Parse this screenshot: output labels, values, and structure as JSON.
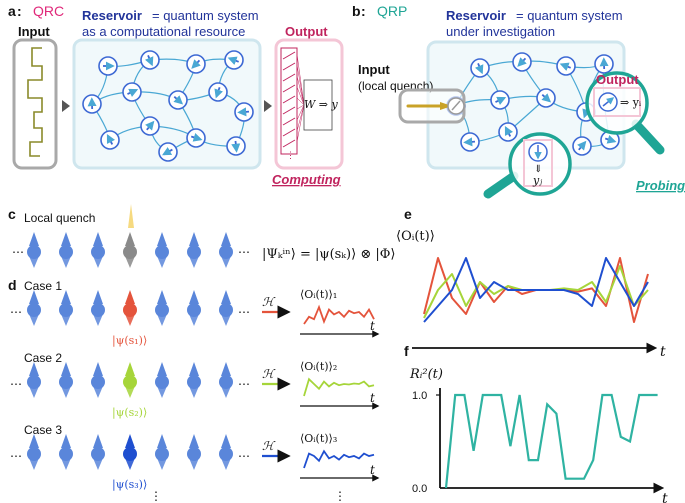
{
  "colors": {
    "qrc": "#e0287a",
    "qrp": "#1fa595",
    "reservoir_title": "#22349a",
    "reservoir_box": "#cfe6ee",
    "output_box": "#f4c6d6",
    "node_blue": "#3d69d4",
    "link_blue": "#4aa8d4",
    "spin_blue": "#5a86da",
    "spin_gray": "#8a8a8a",
    "red": "#e4543c",
    "green": "#a6d53a",
    "dark_blue": "#1f4fd0",
    "teal": "#2fb3a2",
    "olive": "#8a8a2a"
  },
  "panel_a": {
    "letter": "a",
    "sep": " : ",
    "name": "QRC",
    "input_label": "Input",
    "reservoir_bold": "Reservoir",
    "reservoir_rest": " = quantum system",
    "reservoir_line2": "as a computational resource",
    "output_label": "Output",
    "weight_label": "W ⇒ y",
    "dots": "⋮",
    "computing_label": "Computing"
  },
  "panel_b": {
    "letter": "b",
    "sep": " : ",
    "name": "QRP",
    "reservoir_bold": "Reservoir",
    "reservoir_rest": " = quantum system",
    "reservoir_line2": "under investigation",
    "input_label": "Input",
    "input_sub": "(local quench)",
    "output_label": "Output",
    "yi_label": "⇒ yᵢ",
    "yj_arrow": "⇓",
    "yj_label": "yⱼ",
    "probing_label": "Probing"
  },
  "panel_c": {
    "letter": "c",
    "title": "Local quench",
    "ellipsis": "⋯",
    "formula": "|Ψₖⁱⁿ⟩ = |ψ(sₖ)⟩ ⊗ |Φ⟩"
  },
  "panel_d": {
    "letter": "d",
    "hamiltonian": "ℋ",
    "t_label": "t",
    "ellipsis": "⋯",
    "vdots": "⋮",
    "cases": [
      {
        "label": "Case 1",
        "state": "|ψ(s₁)⟩",
        "obs": "⟨Oᵢ(t)⟩₁"
      },
      {
        "label": "Case 2",
        "state": "|ψ(s₂)⟩",
        "obs": "⟨Oᵢ(t)⟩₂"
      },
      {
        "label": "Case 3",
        "state": "|ψ(s₃)⟩",
        "obs": "⟨Oᵢ(t)⟩₃"
      }
    ]
  },
  "panel_e": {
    "letter": "e",
    "ylabel": "⟨Oᵢ(t)⟩",
    "xlabel": "t"
  },
  "panel_f": {
    "letter": "f",
    "ylabel": "Rᵢ²(t)",
    "xlabel": "t",
    "ytick_top": "1.0",
    "ytick_bottom": "0.0"
  }
}
